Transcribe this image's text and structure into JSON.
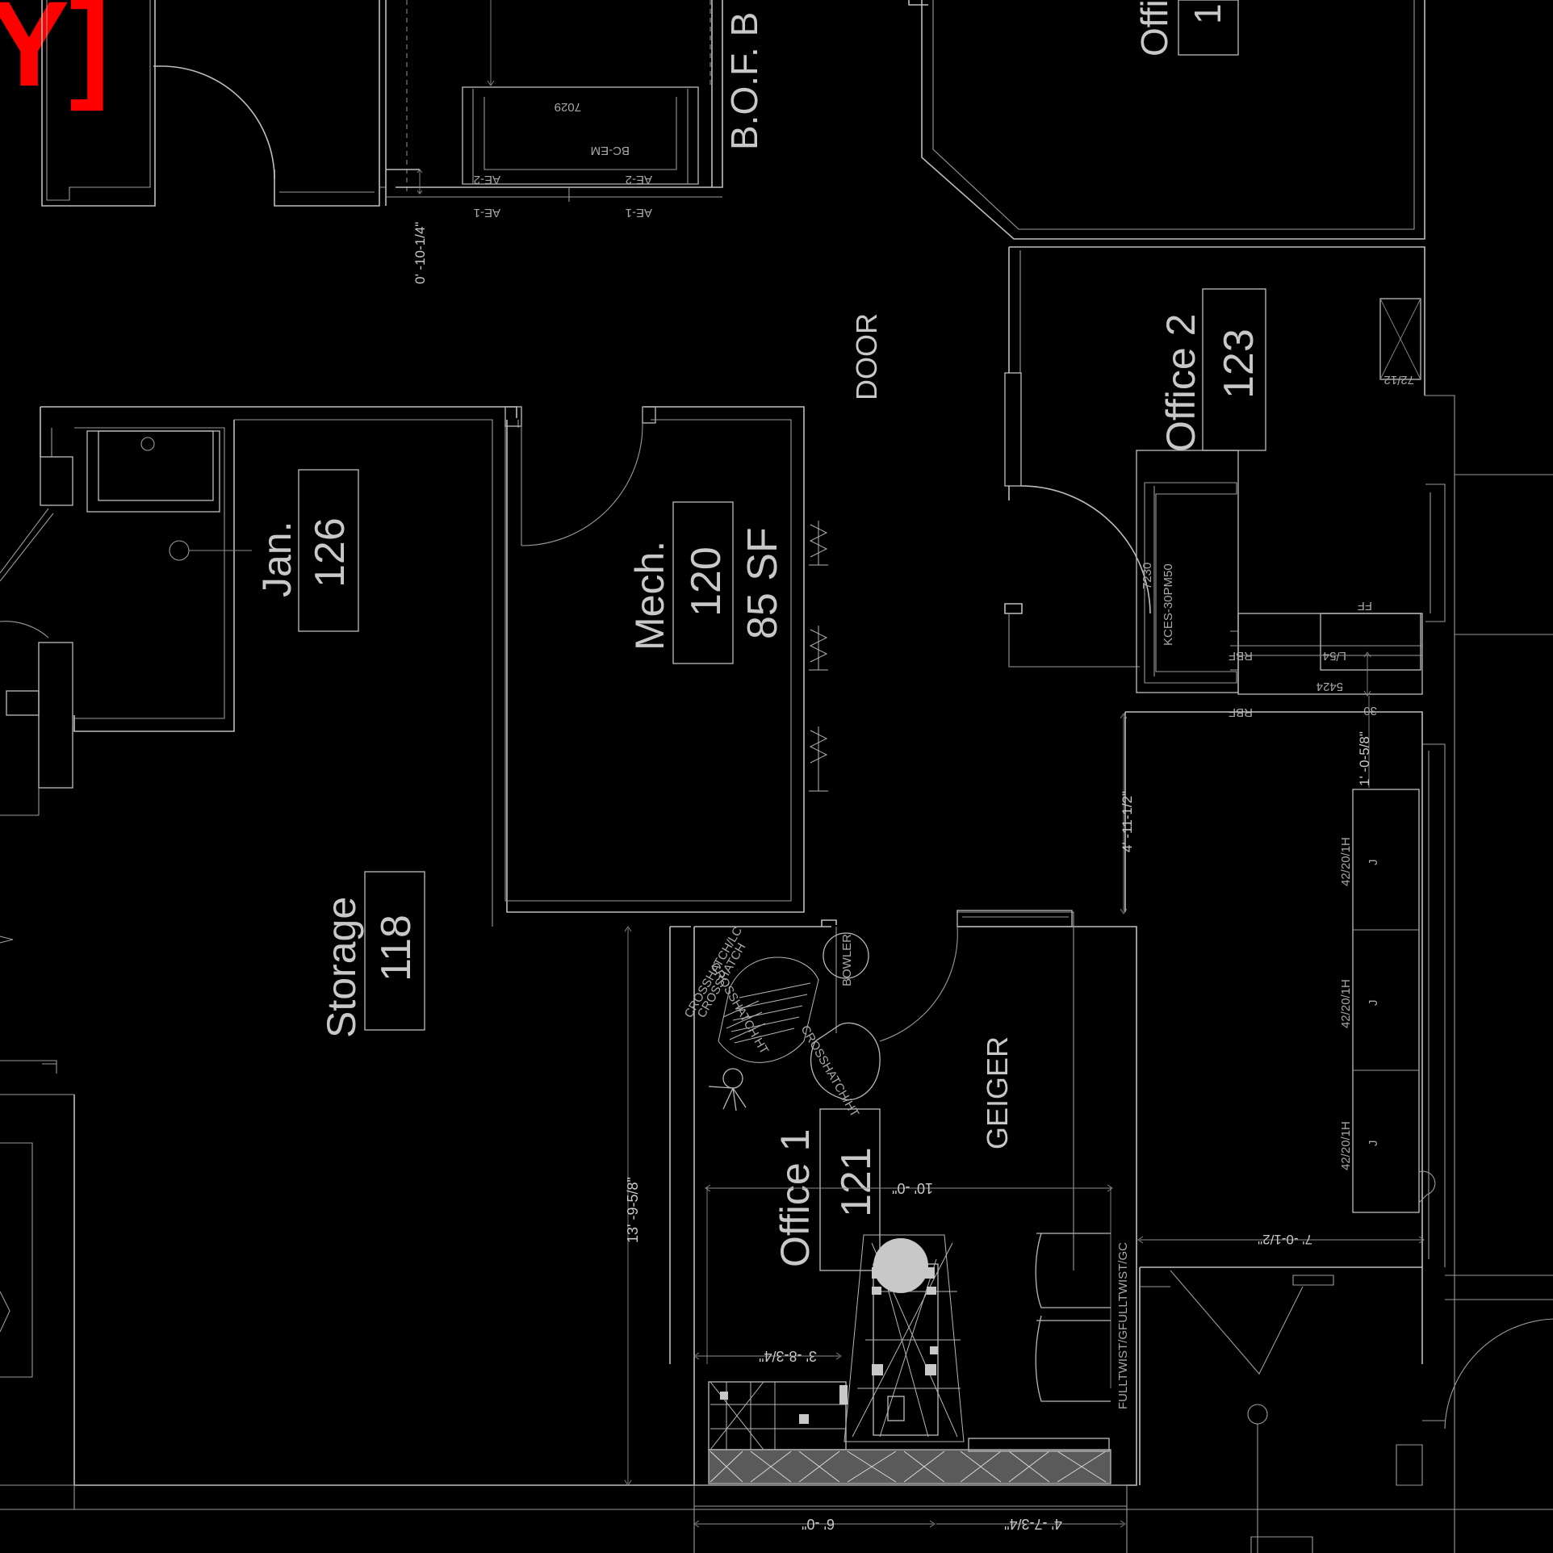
{
  "title_block": {
    "marker": "Y]"
  },
  "corridor": {
    "bof_label": "B.O.F. B",
    "door_label": "DOOR"
  },
  "rooms": {
    "jan": {
      "name": "Jan.",
      "number": "126"
    },
    "mech": {
      "name": "Mech.",
      "number": "120",
      "area": "85 SF"
    },
    "storage": {
      "name": "Storage",
      "number": "118"
    },
    "office1": {
      "name": "Office 1",
      "number": "121",
      "occupant": "GEIGER"
    },
    "office2": {
      "name": "Office 2",
      "number": "123"
    },
    "office_top": {
      "name": "Offi",
      "number": "1"
    }
  },
  "dimensions": {
    "d_0_10": "0' -10-1/4\"",
    "d_13_9": "13' -9-5/8\"",
    "d_10_0": "10' -0\"",
    "d_3_8": "3' -8-3/4\"",
    "d_6_0": "6' -0\"",
    "d_4_7": "4' -7-3/4\"",
    "d_4_11": "4' -11-1/2\"",
    "d_1_0": "1' -0-5/8\"",
    "d_7_0": "7' -0-1/2\""
  },
  "tags": {
    "t7029": "7029",
    "bc_em": "BC-EM",
    "ae2_a": "AE-2",
    "ae2_b": "AE-2",
    "ae1_a": "AE-1",
    "ae1_b": "AE-1",
    "t7230": "7230",
    "kces": "KCES-30PM50",
    "ff": "FF",
    "rbf_a": "RBF",
    "rbf_b": "RBF",
    "l54": "L/54",
    "t5424": "5424",
    "t30": "30",
    "t7212": "72/12",
    "crosshatch_1": "CROSSHATCH/LC",
    "crosshatch_2": "CROSSHATCH/HT",
    "crosshatch_3": "CROSSHATCH/HT",
    "crosshatch_4": "CROSSHATCH",
    "bowler": "BOWLER",
    "fulltwist": "FULLTWIST/GFULLTWIST/GC",
    "file_1": "42/20/1H",
    "file_2": "42/20/1H",
    "file_3": "42/20/1H",
    "j_1": "J",
    "j_2": "J",
    "j_3": "J"
  },
  "colors": {
    "background": "#000000",
    "linework": "#bdbdbd",
    "text": "#c8c8c8",
    "marker": "#ff0000"
  }
}
